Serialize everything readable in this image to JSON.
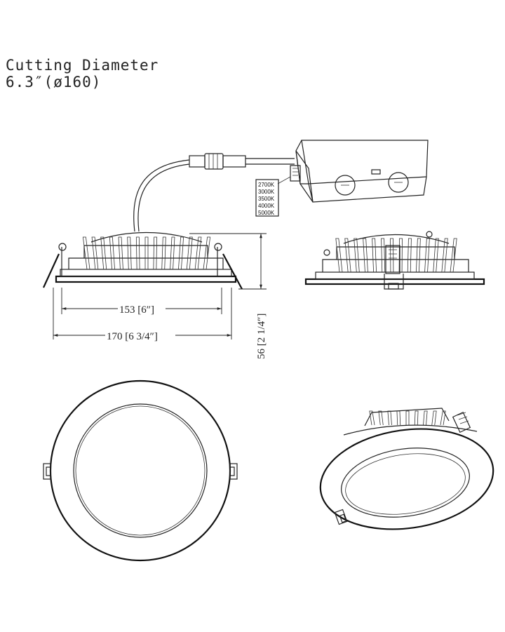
{
  "title": {
    "line1": "Cutting Diameter",
    "line2": "6.3″(ø160)"
  },
  "dimensions": {
    "inner_width": "153 [6″]",
    "outer_width": "170 [6 3/4″]",
    "height": "56 [2 1/4″]"
  },
  "cct_options": [
    "2700K",
    "3000K",
    "3500K",
    "4000K",
    "5000K"
  ]
}
